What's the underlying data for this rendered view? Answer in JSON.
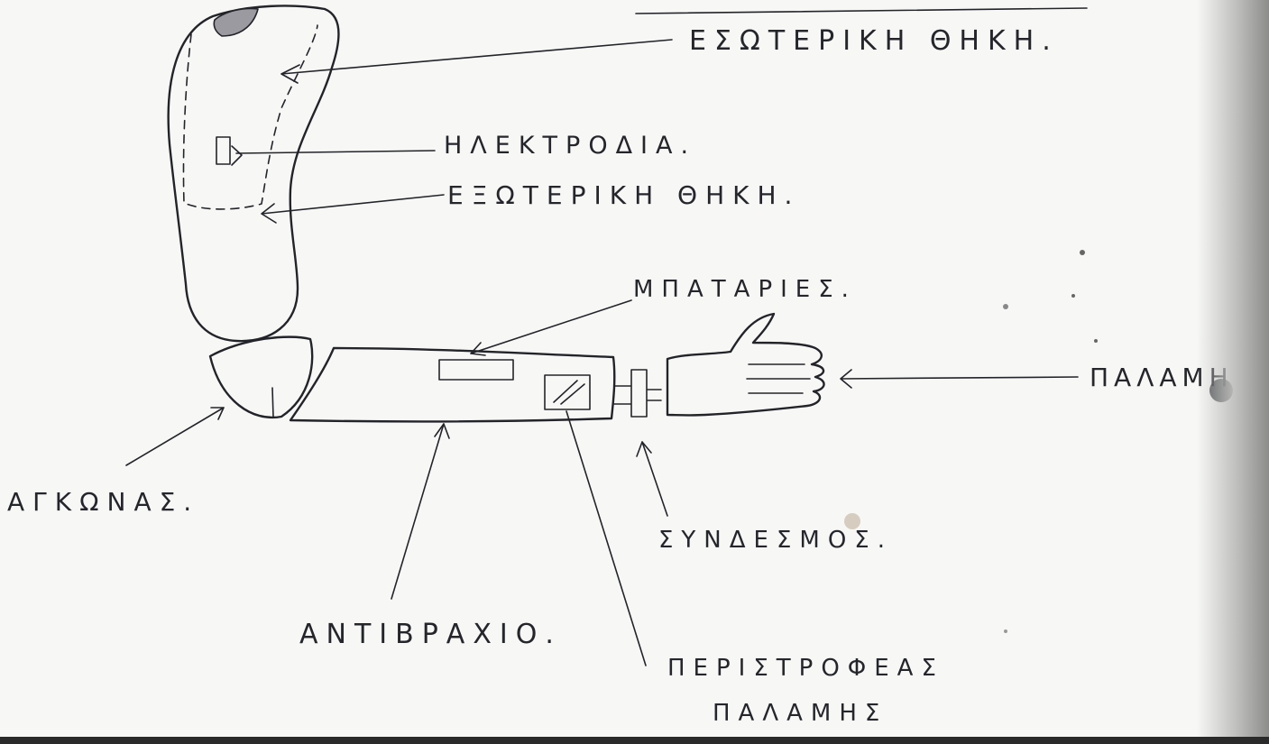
{
  "labels": {
    "inner_case": "ΕΣΩΤΕΡΙΚΗ ΘΗΚΗ.",
    "electrodes": "ΗΛΕΚΤΡΟΔΙΑ.",
    "outer_case": "ΕΞΩΤΕΡΙΚΗ ΘΗΚΗ.",
    "batteries": "ΜΠΑΤΑΡΙΕΣ.",
    "palm": "ΠΑΛΑΜΗ",
    "elbow": "ΑΓΚΩΝΑΣ.",
    "connector": "ΣΥΝΔΕΣΜΟΣ.",
    "forearm": "ΑΝΤΙΒΡΑΧΙΟ.",
    "palm_rotator_line1": "ΠΕΡΙΣΤΡΟΦΕΑΣ",
    "palm_rotator_line2": "ΠΑΛΑΜΗΣ"
  },
  "colors": {
    "paper": "#f7f8f6",
    "ink": "#23232a"
  }
}
